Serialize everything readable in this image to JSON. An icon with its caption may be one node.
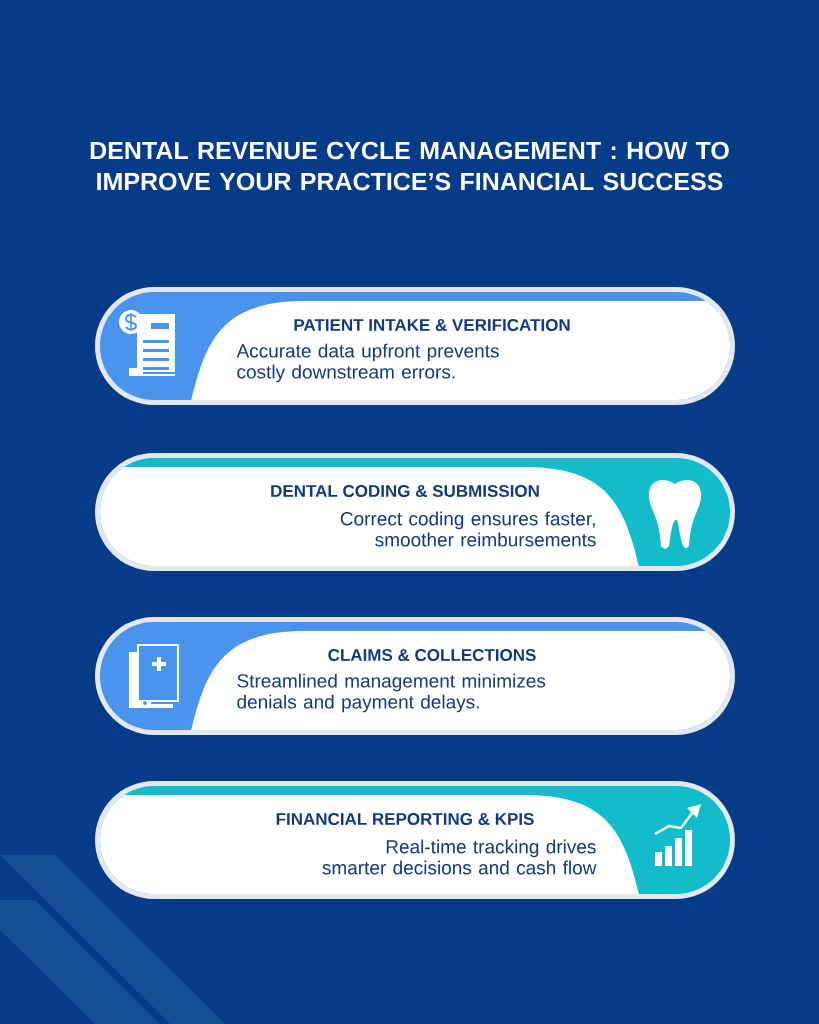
{
  "diagram": {
    "title": "DENTAL REVENUE CYCLE MANAGEMENT : HOW TO IMPROVE YOUR PRACTICE’S FINANCIAL SUCCESS",
    "nodes": [
      {
        "text": [
          "PATIENT INTAKE & VERIFICATION",
          "Accurate data upfront prevents costly downstream errors."
        ]
      },
      {
        "text": [
          "DENTAL CODING & SUBMISSION",
          "Correct coding ensures faster, smoother reimbursements"
        ]
      },
      {
        "text": [
          "CLAIMS & COLLECTIONS",
          "Streamlined management minimizes denials and payment delays."
        ]
      },
      {
        "text": [
          "FINANCIAL REPORTING & KPIS",
          "Real-time tracking drives smarter decisions and cash flow"
        ]
      }
    ]
  }
}
